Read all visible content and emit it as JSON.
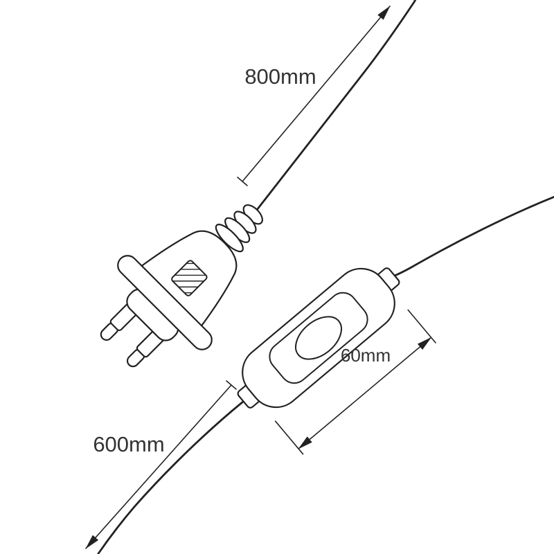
{
  "diagram": {
    "background_color": "#ffffff",
    "line_color": "#222222",
    "text_color": "#333333",
    "labels": {
      "top_cable_length": "800mm",
      "switch_length": "60mm",
      "bottom_cable_length": "600mm"
    }
  }
}
